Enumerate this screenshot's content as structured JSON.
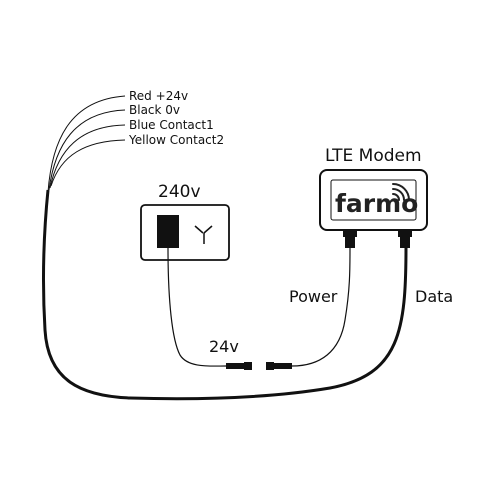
{
  "wire_labels": [
    {
      "color": "Red",
      "signal": "+24v"
    },
    {
      "color": "Black",
      "signal": "0v"
    },
    {
      "color": "Blue",
      "signal": "Contact1"
    },
    {
      "color": "Yellow",
      "signal": "Contact2"
    }
  ],
  "modem": {
    "title": "LTE Modem",
    "brand": "farmo",
    "brand_color": "#222222"
  },
  "outlet": {
    "title": "240v"
  },
  "labels": {
    "power": "Power",
    "data": "Data",
    "dc": "24v"
  },
  "colors": {
    "line": "#111111",
    "background": "#ffffff"
  }
}
